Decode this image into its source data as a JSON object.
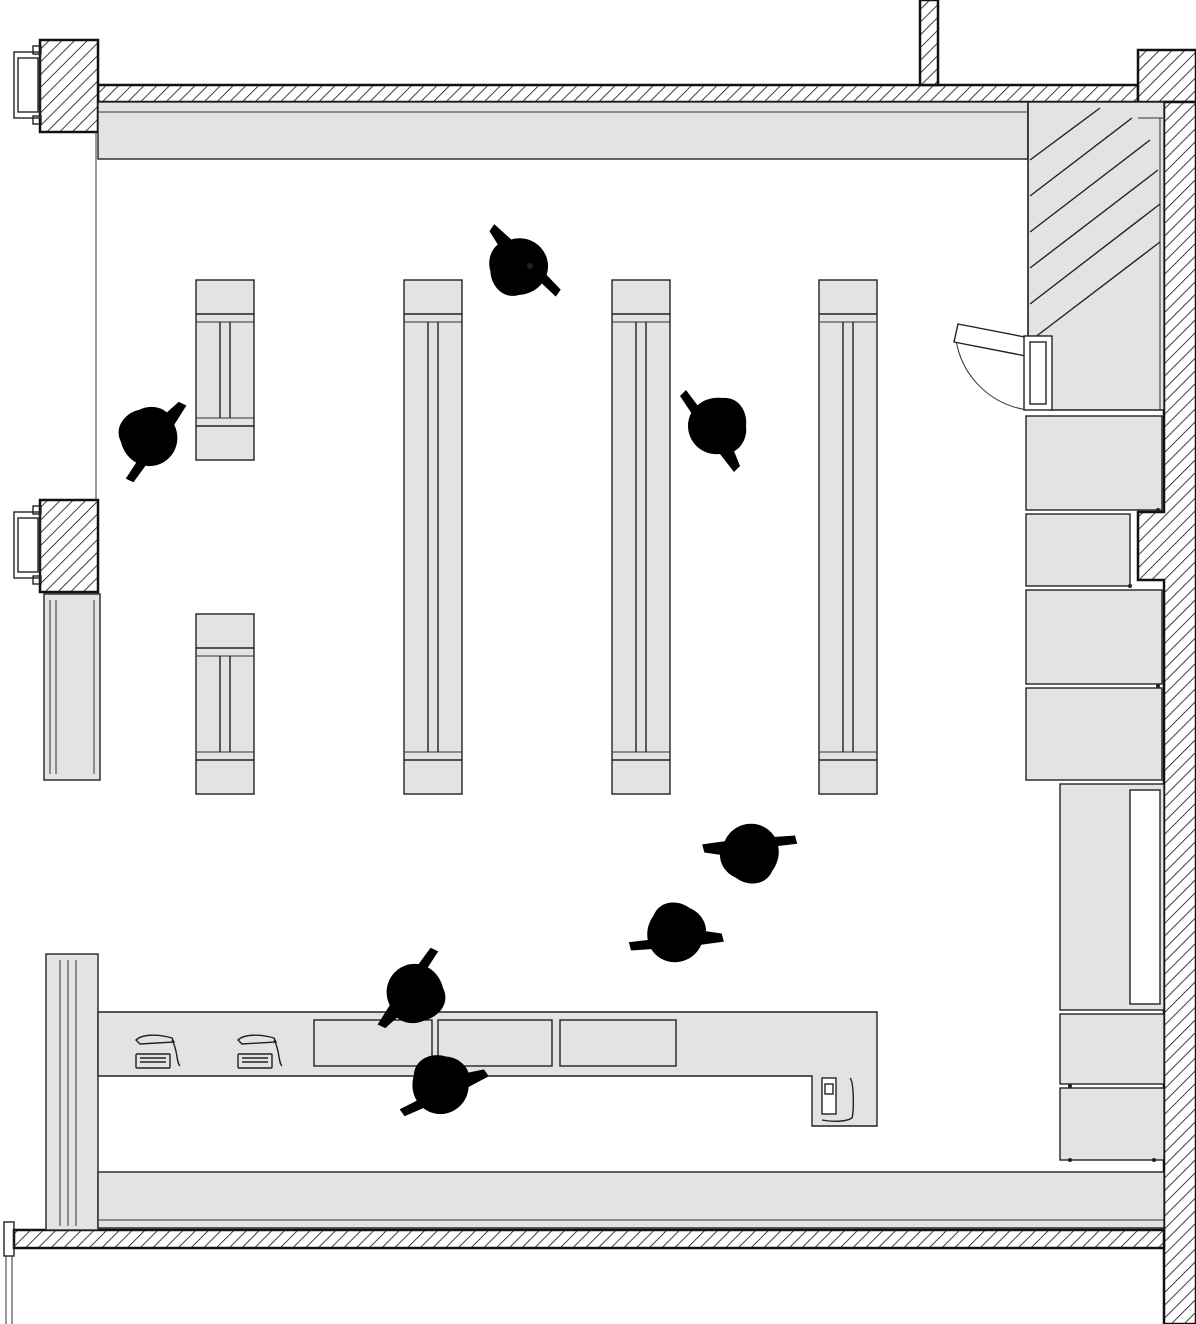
{
  "drawing": {
    "kind": "floor-plan",
    "view": "top-down",
    "style": "monochrome line drawing",
    "colors": {
      "line": "#222222",
      "fixture_fill": "#e3e3e3",
      "background": "#ffffff",
      "wall_hatch": "#111111"
    },
    "elements": {
      "shelving_units": 6,
      "people": 7,
      "display_cabinets_right_wall": 6,
      "checkout_counter": 1,
      "cash_registers": 2,
      "card_terminal": 1,
      "doors": 1,
      "windows": 3
    },
    "icons": [
      "person-icon",
      "cash-register-icon",
      "card-terminal-icon",
      "door-swing-icon",
      "window-icon"
    ]
  }
}
